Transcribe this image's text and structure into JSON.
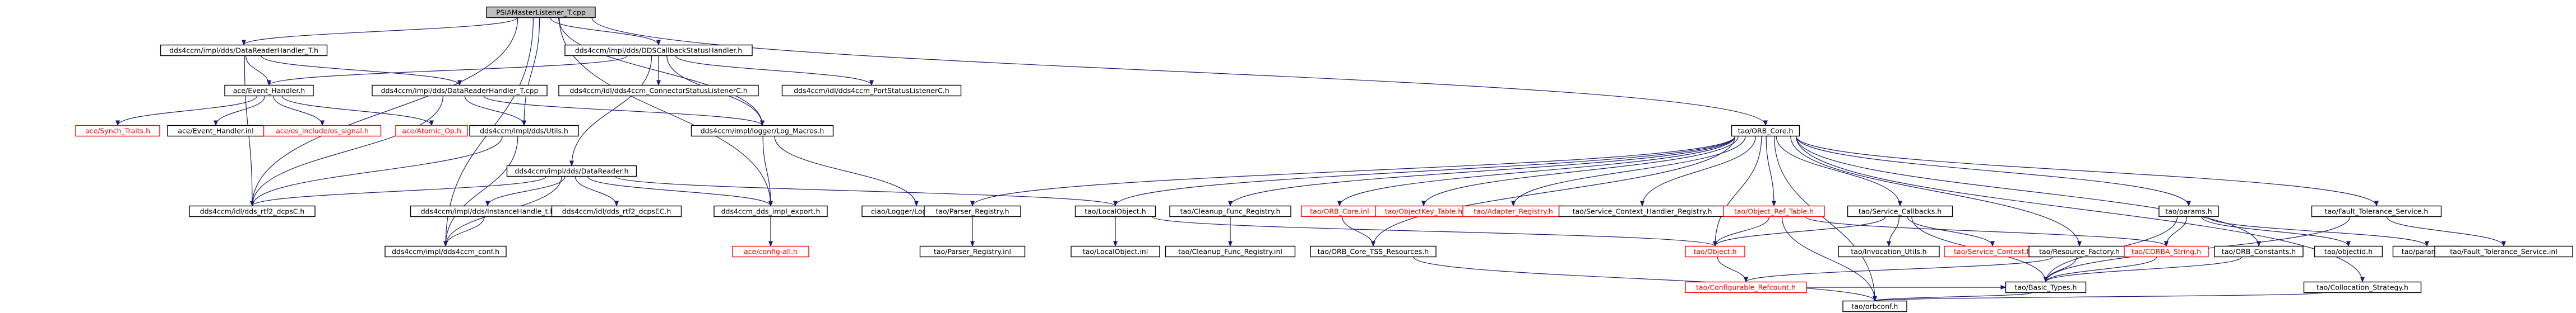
{
  "graph": {
    "colors": {
      "edge": "#1a1a6e",
      "edge_indirect": "#7a7a7a",
      "root_fill": "#bfbfbf",
      "missing_text": "#ff0000",
      "box_stroke": "#000000"
    },
    "nodes": [
      {
        "id": "root",
        "label": "PSIAMasterListener_T.cpp",
        "role": "root"
      },
      {
        "id": "drh_t_h",
        "label": "dds4ccm/impl/dds/DataReaderHandler_T.h"
      },
      {
        "id": "ddscb_h",
        "label": "dds4ccm/impl/dds/DDSCallbackStatusHandler.h"
      },
      {
        "id": "ace_eh_h",
        "label": "ace/Event_Handler.h"
      },
      {
        "id": "drh_t_cpp",
        "label": "dds4ccm/impl/dds/DataReaderHandler_T.cpp"
      },
      {
        "id": "cstat_c",
        "label": "dds4ccm/idl/dds4ccm_ConnectorStatusListenerC.h"
      },
      {
        "id": "pstat_c",
        "label": "dds4ccm/idl/dds4ccm_PortStatusListenerC.h"
      },
      {
        "id": "synch",
        "label": "ace/Synch_Traits.h",
        "missing": true
      },
      {
        "id": "eh_inl",
        "label": "ace/Event_Handler.inl"
      },
      {
        "id": "os_signal",
        "label": "ace/os_include/os_signal.h",
        "missing": true
      },
      {
        "id": "atomic",
        "label": "ace/Atomic_Op.h",
        "missing": true
      },
      {
        "id": "utils_h",
        "label": "dds4ccm/impl/dds/Utils.h"
      },
      {
        "id": "logmacros",
        "label": "dds4ccm/impl/logger/Log_Macros.h"
      },
      {
        "id": "dr_h",
        "label": "dds4ccm/impl/dds/DataReader.h"
      },
      {
        "id": "rti_c",
        "label": "dds4ccm/idl/dds_rtf2_dcpsC.h"
      },
      {
        "id": "inst_h",
        "label": "dds4ccm/impl/dds/InstanceHandle_t.h"
      },
      {
        "id": "rti_ec",
        "label": "dds4ccm/idl/dds_rtf2_dcpsEC.h"
      },
      {
        "id": "export_h",
        "label": "dds4ccm_dds_impl_export.h"
      },
      {
        "id": "config_all",
        "label": "ace/config-all.h",
        "missing": true
      },
      {
        "id": "cconf_h",
        "label": "dds4ccm/impl/dds4ccm_conf.h"
      },
      {
        "id": "ciao_log",
        "label": "ciao/Logger/Log_Macros.h"
      },
      {
        "id": "orb_core",
        "label": "tao/ORB_Core.h"
      },
      {
        "id": "parser_reg",
        "label": "tao/Parser_Registry.h"
      },
      {
        "id": "parser_inl",
        "label": "tao/Parser_Registry.inl"
      },
      {
        "id": "localobj",
        "label": "tao/LocalObject.h"
      },
      {
        "id": "localobj_inl",
        "label": "tao/LocalObject.inl"
      },
      {
        "id": "cleanup",
        "label": "tao/Cleanup_Func_Registry.h"
      },
      {
        "id": "cleanup_inl",
        "label": "tao/Cleanup_Func_Registry.inl"
      },
      {
        "id": "orbcore_ext",
        "label": "tao/ORB_Core.inl",
        "missing": true
      },
      {
        "id": "objkey",
        "label": "tao/ObjectKey_Table.h",
        "missing": true
      },
      {
        "id": "adapter",
        "label": "tao/Adapter_Registry.h",
        "missing": true
      },
      {
        "id": "schreg",
        "label": "tao/Service_Context_Handler_Registry.h"
      },
      {
        "id": "objref",
        "label": "tao/Object_Ref_Table.h",
        "missing": true
      },
      {
        "id": "svccb",
        "label": "tao/Service_Callbacks.h"
      },
      {
        "id": "params",
        "label": "tao/params.h"
      },
      {
        "id": "fts",
        "label": "tao/Fault_Tolerance_Service.h"
      },
      {
        "id": "tss",
        "label": "tao/ORB_Core_TSS_Resources.h"
      },
      {
        "id": "object_h",
        "label": "tao/Object.h",
        "missing": true
      },
      {
        "id": "invutils",
        "label": "tao/Invocation_Utils.h"
      },
      {
        "id": "svcctx",
        "label": "tao/Service_Context.h",
        "missing": true
      },
      {
        "id": "resfact",
        "label": "tao/Resource_Factory.h"
      },
      {
        "id": "corbastr",
        "label": "tao/CORBA_String.h",
        "missing": true
      },
      {
        "id": "orbconst",
        "label": "tao/ORB_Constants.h"
      },
      {
        "id": "objectid",
        "label": "tao/objectid.h"
      },
      {
        "id": "params_inl",
        "label": "tao/params.inl"
      },
      {
        "id": "fts_inl",
        "label": "tao/Fault_Tolerance_Service.inl"
      },
      {
        "id": "refcount",
        "label": "tao/Configurable_Refcount.h",
        "missing": true
      },
      {
        "id": "basic_types",
        "label": "tao/Basic_Types.h"
      },
      {
        "id": "collocation",
        "label": "tao/Collocation_Strategy.h"
      },
      {
        "id": "orbconf",
        "label": "tao/orbconf.h"
      }
    ],
    "edges": [
      [
        "root",
        "drh_t_h"
      ],
      [
        "root",
        "ddscb_h"
      ],
      [
        "root",
        "orb_core"
      ],
      [
        "root",
        "logmacros"
      ],
      [
        "root",
        "rti_c"
      ],
      [
        "root",
        "utils_h"
      ],
      [
        "root",
        "export_h"
      ],
      [
        "root",
        "cconf_h"
      ],
      [
        "drh_t_h",
        "ace_eh_h"
      ],
      [
        "drh_t_h",
        "drh_t_cpp"
      ],
      [
        "drh_t_h",
        "rti_c"
      ],
      [
        "ddscb_h",
        "ace_eh_h"
      ],
      [
        "ddscb_h",
        "cstat_c"
      ],
      [
        "ddscb_h",
        "pstat_c"
      ],
      [
        "ddscb_h",
        "logmacros"
      ],
      [
        "ddscb_h",
        "dr_h"
      ],
      [
        "ace_eh_h",
        "synch"
      ],
      [
        "ace_eh_h",
        "eh_inl"
      ],
      [
        "ace_eh_h",
        "os_signal"
      ],
      [
        "ace_eh_h",
        "atomic"
      ],
      [
        "drh_t_cpp",
        "utils_h"
      ],
      [
        "drh_t_cpp",
        "logmacros"
      ],
      [
        "drh_t_cpp",
        "rti_c"
      ],
      [
        "utils_h",
        "rti_c"
      ],
      [
        "utils_h",
        "cconf_h"
      ],
      [
        "logmacros",
        "ciao_log"
      ],
      [
        "logmacros",
        "export_h"
      ],
      [
        "dr_h",
        "rti_c"
      ],
      [
        "dr_h",
        "inst_h"
      ],
      [
        "dr_h",
        "rti_ec"
      ],
      [
        "dr_h",
        "export_h"
      ],
      [
        "dr_h",
        "cconf_h"
      ],
      [
        "dr_h",
        "localobj"
      ],
      [
        "inst_h",
        "cconf_h"
      ],
      [
        "export_h",
        "config_all"
      ],
      [
        "orb_core",
        "parser_reg"
      ],
      [
        "orb_core",
        "localobj"
      ],
      [
        "orb_core",
        "cleanup"
      ],
      [
        "orb_core",
        "orbcore_ext"
      ],
      [
        "orb_core",
        "objkey"
      ],
      [
        "orb_core",
        "adapter"
      ],
      [
        "orb_core",
        "schreg"
      ],
      [
        "orb_core",
        "objref"
      ],
      [
        "orb_core",
        "svccb"
      ],
      [
        "orb_core",
        "params"
      ],
      [
        "orb_core",
        "fts"
      ],
      [
        "orb_core",
        "tss"
      ],
      [
        "orb_core",
        "object_h"
      ],
      [
        "orb_core",
        "resfact"
      ],
      [
        "orb_core",
        "orbconst"
      ],
      [
        "orb_core",
        "orbconf"
      ],
      [
        "parser_reg",
        "parser_inl"
      ],
      [
        "localobj",
        "localobj_inl"
      ],
      [
        "localobj",
        "object_h"
      ],
      [
        "cleanup",
        "cleanup_inl"
      ],
      [
        "orbcore_ext",
        "tss"
      ],
      [
        "objref",
        "object_h"
      ],
      [
        "objref",
        "corbastr"
      ],
      [
        "objref",
        "orbconf"
      ],
      [
        "svccb",
        "object_h"
      ],
      [
        "svccb",
        "invutils"
      ],
      [
        "svccb",
        "svcctx"
      ],
      [
        "svccb",
        "basic_types"
      ],
      [
        "params",
        "objectid"
      ],
      [
        "params",
        "params_inl"
      ],
      [
        "params",
        "corbastr"
      ],
      [
        "params",
        "basic_types"
      ],
      [
        "fts",
        "fts_inl"
      ],
      [
        "fts",
        "basic_types"
      ],
      [
        "tss",
        "orbconf"
      ],
      [
        "object_h",
        "refcount"
      ],
      [
        "resfact",
        "refcount"
      ],
      [
        "resfact",
        "basic_types"
      ],
      [
        "corbastr",
        "basic_types"
      ],
      [
        "orbconst",
        "basic_types"
      ],
      [
        "refcount",
        "basic_types"
      ],
      [
        "basic_types",
        "orbconf"
      ],
      [
        "collocation",
        "orbconf"
      ],
      [
        "orb_core",
        "collocation"
      ]
    ]
  }
}
